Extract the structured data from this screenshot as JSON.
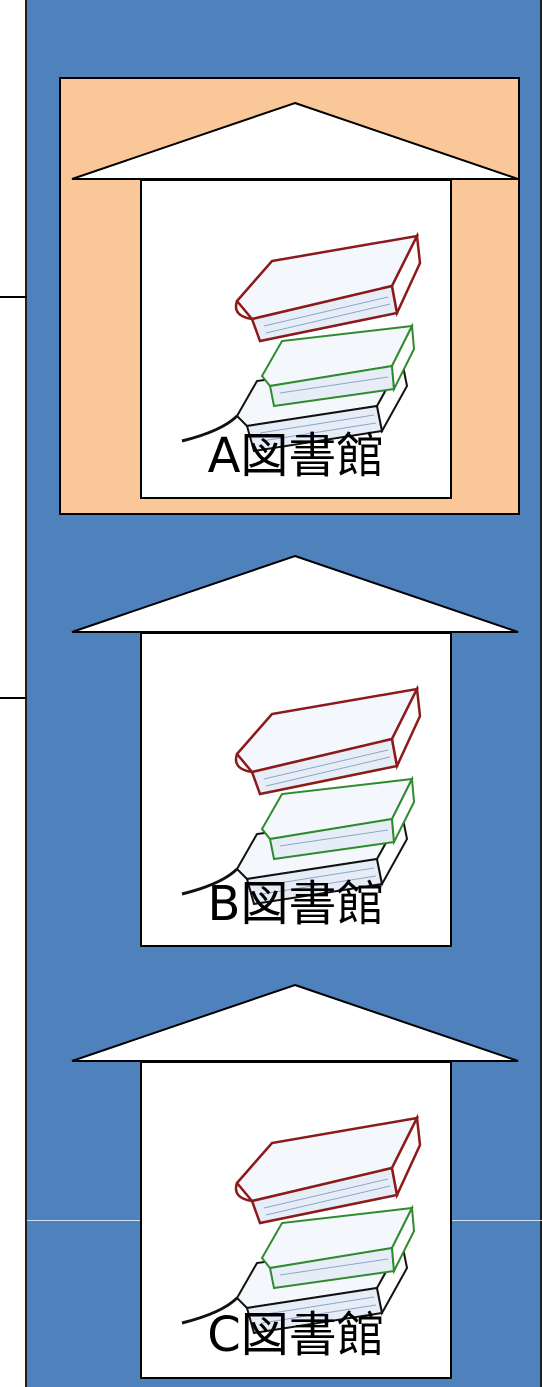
{
  "libraries": [
    {
      "label": "A図書館",
      "highlighted": true
    },
    {
      "label": "B図書館",
      "highlighted": false
    },
    {
      "label": "C図書館",
      "highlighted": false
    }
  ],
  "colors": {
    "panel": "#4f81bd",
    "highlight": "#fac898",
    "book_top": "#8b1a1a",
    "book_middle": "#2e8b2e",
    "book_bottom": "#111111"
  },
  "icons": [
    "books-icon",
    "roof-icon"
  ]
}
